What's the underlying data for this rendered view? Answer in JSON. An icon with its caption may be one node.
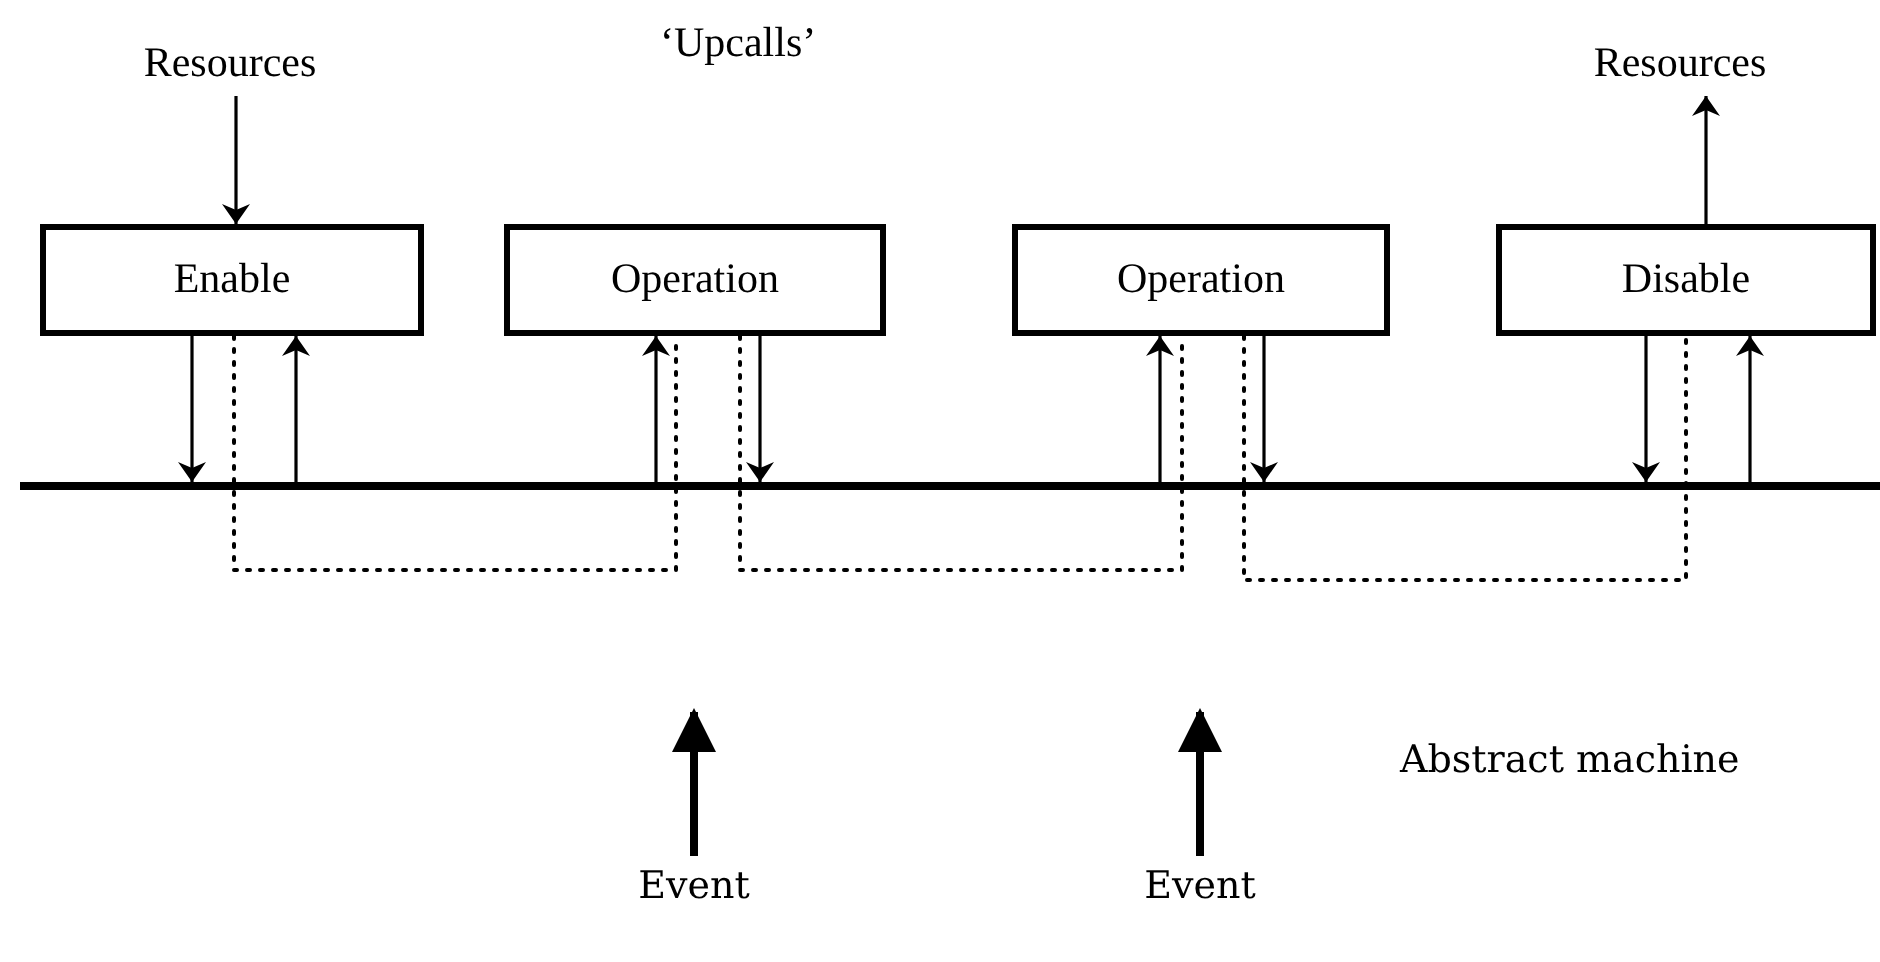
{
  "diagram": {
    "nodes": [
      {
        "text": [
          "Resources"
        ]
      },
      {
        "text": [
          "Resources"
        ]
      },
      {
        "text": [
          "Enable"
        ]
      },
      {
        "text": [
          "Operation"
        ]
      },
      {
        "text": [
          "Operation"
        ]
      },
      {
        "text": [
          "Disable"
        ]
      },
      {
        "text": [],
        "shape": "bar"
      },
      {
        "text": [
          "Event"
        ]
      },
      {
        "text": [
          "Event"
        ]
      }
    ],
    "edges": [
      {
        "from": 0,
        "to": 2,
        "arrow": "to"
      },
      {
        "from": 5,
        "to": 1,
        "arrow": "to"
      },
      {
        "from": 2,
        "to": 6,
        "arrow": "to"
      },
      {
        "from": 6,
        "to": 2,
        "arrow": "to"
      },
      {
        "from": 6,
        "to": 3,
        "arrow": "to"
      },
      {
        "from": 3,
        "to": 6,
        "arrow": "to"
      },
      {
        "from": 6,
        "to": 4,
        "arrow": "to"
      },
      {
        "from": 4,
        "to": 6,
        "arrow": "to"
      },
      {
        "from": 5,
        "to": 6,
        "arrow": "to"
      },
      {
        "from": 6,
        "to": 5,
        "arrow": "to"
      },
      {
        "from": 2,
        "to": 3,
        "arrow": "none",
        "style": "dashed"
      },
      {
        "from": 3,
        "to": 4,
        "arrow": "none",
        "style": "dashed"
      },
      {
        "from": 4,
        "to": 5,
        "arrow": "none",
        "style": "dashed"
      },
      {
        "from": 7,
        "to": null,
        "arrow": "to",
        "style": "thick"
      },
      {
        "from": 8,
        "to": null,
        "arrow": "to",
        "style": "thick"
      }
    ],
    "labels": [
      "‘Upcalls’",
      "Abstract machine"
    ]
  }
}
